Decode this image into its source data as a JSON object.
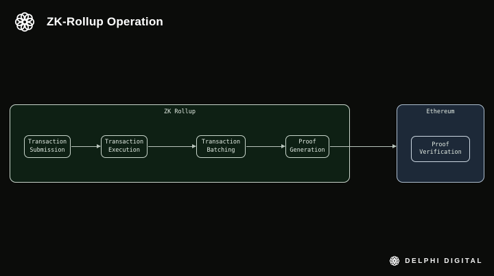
{
  "header": {
    "title": "ZK-Rollup Operation"
  },
  "diagram": {
    "zk_rollup": {
      "label": "ZK Rollup",
      "steps": [
        {
          "label": "Transaction\nSubmission"
        },
        {
          "label": "Transaction\nExecution"
        },
        {
          "label": "Transaction\nBatching"
        },
        {
          "label": "Proof\nGeneration"
        }
      ]
    },
    "ethereum": {
      "label": "Ethereum",
      "steps": [
        {
          "label": "Proof\nVerification"
        }
      ]
    },
    "connectors": [
      {
        "from": "Transaction Submission",
        "to": "Transaction Execution"
      },
      {
        "from": "Transaction Execution",
        "to": "Transaction Batching"
      },
      {
        "from": "Transaction Batching",
        "to": "Proof Generation"
      },
      {
        "from": "Proof Generation",
        "to": "Proof Verification"
      }
    ]
  },
  "footer": {
    "brand": "DELPHI DIGITAL"
  },
  "icons": {
    "header_logo": "delphi-flower-icon",
    "footer_logo": "delphi-flower-icon"
  },
  "colors": {
    "background": "#0b0c0a",
    "title_text": "#ffffff",
    "zk_rollup_fill": "#0e2014",
    "zk_rollup_border": "#c9d6cc",
    "ethereum_fill": "#1d2938",
    "ethereum_border": "#aebfd0",
    "node_border": "#c9d6cc",
    "diagram_text": "#dfe8e0",
    "arrow": "#b9c4bc",
    "brand_text": "#f4f4f4"
  }
}
